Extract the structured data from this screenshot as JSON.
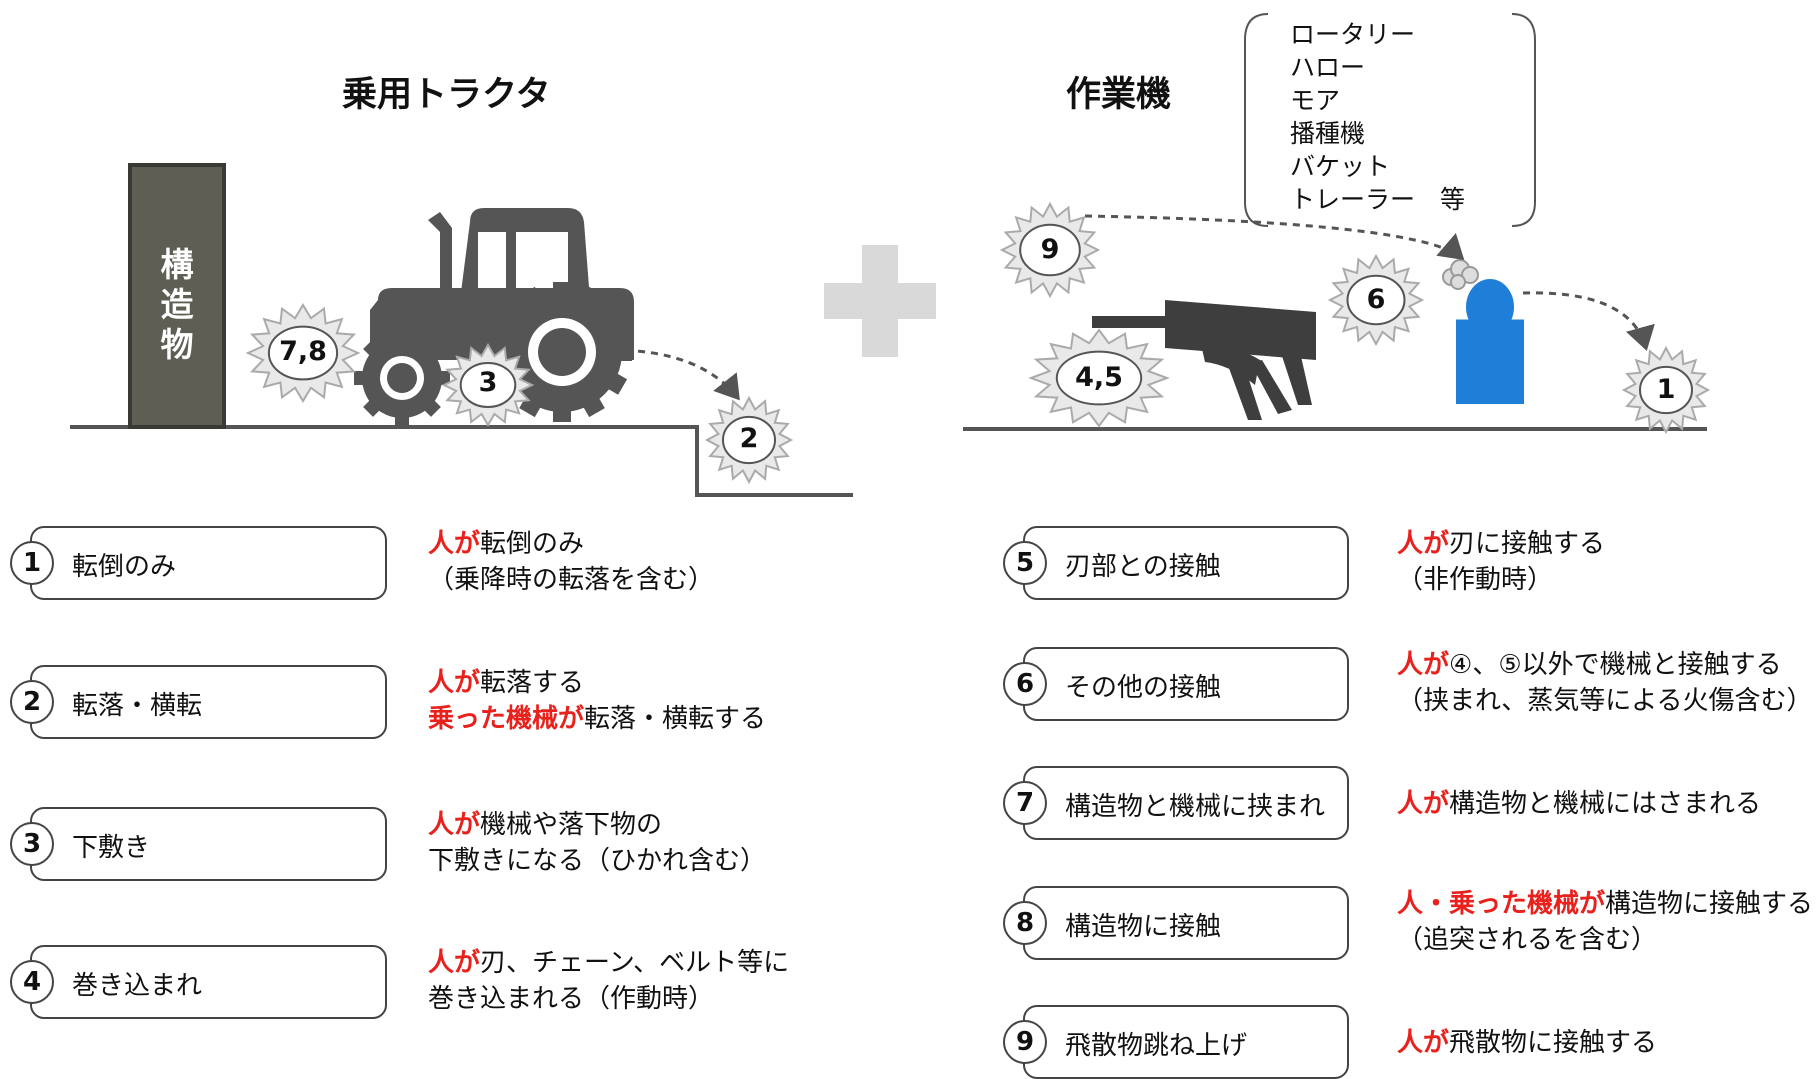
{
  "header": {
    "tractor_title": "乗用トラクタ",
    "implement_title": "作業機"
  },
  "structure_label": [
    "構",
    "造",
    "物"
  ],
  "implement_list": [
    "ロータリー",
    "ハロー",
    "モア",
    "播種機",
    "バケット",
    "トレーラー　等"
  ],
  "markers": {
    "m78": "7,8",
    "m3": "3",
    "m2": "2",
    "m9": "9",
    "m6": "6",
    "m45": "4,5",
    "m1": "1"
  },
  "colors": {
    "accent_red": "#e8211c",
    "machine_gray": "#555555",
    "structure_fill": "#5e5e55",
    "person_blue": "#1f7fd8",
    "plus_gray": "#d9d9d9",
    "star_fill": "#e9e9e9"
  },
  "icons": {
    "plus": "plus-icon",
    "tractor": "tractor-icon",
    "rotary": "rotary-implement-icon",
    "person": "person-icon",
    "burst": "burst-star-icon"
  },
  "left_categories": [
    {
      "num": "1",
      "label": "転倒のみ",
      "desc": [
        [
          {
            "t": "人が",
            "red": true
          },
          {
            "t": "転倒のみ",
            "red": false
          }
        ],
        [
          {
            "t": "（乗降時の転落を含む）",
            "red": false
          }
        ]
      ]
    },
    {
      "num": "2",
      "label": "転落・横転",
      "desc": [
        [
          {
            "t": "人が",
            "red": true
          },
          {
            "t": "転落する",
            "red": false
          }
        ],
        [
          {
            "t": "乗った機械が",
            "red": true
          },
          {
            "t": "転落・横転する",
            "red": false
          }
        ]
      ]
    },
    {
      "num": "3",
      "label": "下敷き",
      "desc": [
        [
          {
            "t": "人が",
            "red": true
          },
          {
            "t": "機械や落下物の",
            "red": false
          }
        ],
        [
          {
            "t": "下敷きになる（ひかれ含む）",
            "red": false
          }
        ]
      ]
    },
    {
      "num": "4",
      "label": "巻き込まれ",
      "desc": [
        [
          {
            "t": "人が",
            "red": true
          },
          {
            "t": "刃、チェーン、ベルト等に",
            "red": false
          }
        ],
        [
          {
            "t": "巻き込まれる（作動時）",
            "red": false
          }
        ]
      ]
    }
  ],
  "right_categories": [
    {
      "num": "5",
      "label": "刃部との接触",
      "desc": [
        [
          {
            "t": "人が",
            "red": true
          },
          {
            "t": "刃に接触する",
            "red": false
          }
        ],
        [
          {
            "t": "（非作動時）",
            "red": false
          }
        ]
      ]
    },
    {
      "num": "6",
      "label": "その他の接触",
      "desc": [
        [
          {
            "t": "人が",
            "red": true
          },
          {
            "t": "④、⑤以外で機械と接触する",
            "red": false
          }
        ],
        [
          {
            "t": "（挟まれ、蒸気等による火傷含む）",
            "red": false
          }
        ]
      ]
    },
    {
      "num": "7",
      "label": "構造物と機械に挟まれ",
      "desc": [
        [
          {
            "t": "人が",
            "red": true
          },
          {
            "t": "構造物と機械にはさまれる",
            "red": false
          }
        ]
      ]
    },
    {
      "num": "8",
      "label": "構造物に接触",
      "desc": [
        [
          {
            "t": "人・乗った機械が",
            "red": true
          },
          {
            "t": "構造物に接触する",
            "red": false
          }
        ],
        [
          {
            "t": "（追突されるを含む）",
            "red": false
          }
        ]
      ]
    },
    {
      "num": "9",
      "label": "飛散物跳ね上げ",
      "desc": [
        [
          {
            "t": "人が",
            "red": true
          },
          {
            "t": "飛散物に接触する",
            "red": false
          }
        ]
      ]
    }
  ]
}
